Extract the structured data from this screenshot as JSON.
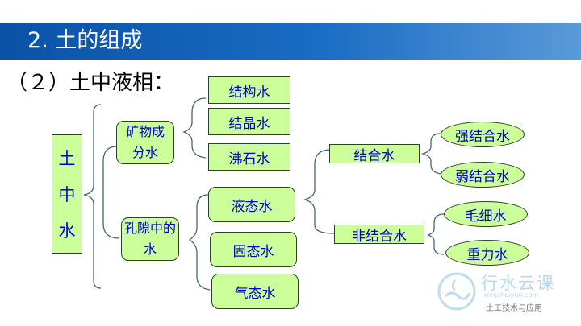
{
  "header": {
    "title": "2. 土的组成"
  },
  "subtitle": "（２）土中液相：",
  "diagram": {
    "root": [
      "土",
      "中",
      "水"
    ],
    "mineral": {
      "line1": "矿物成",
      "line2": "分水"
    },
    "mineral_children": [
      "结构水",
      "结晶水",
      "沸石水"
    ],
    "pore": {
      "line1": "孔隙中的",
      "line2": "水"
    },
    "pore_children": [
      "液态水",
      "固态水",
      "气态水"
    ],
    "liquid_children": [
      "结合水",
      "非结合水"
    ],
    "bound_children": [
      "强结合水",
      "弱结合水"
    ],
    "free_children": [
      "毛细水",
      "重力水"
    ]
  },
  "watermark": {
    "brand": "行水云课",
    "url": "xingshuiyun.com",
    "course": "土工技术与应用"
  },
  "colors": {
    "header": "#0a52a8",
    "box_fill": "#ccff99",
    "box_text": "#0000cc"
  }
}
